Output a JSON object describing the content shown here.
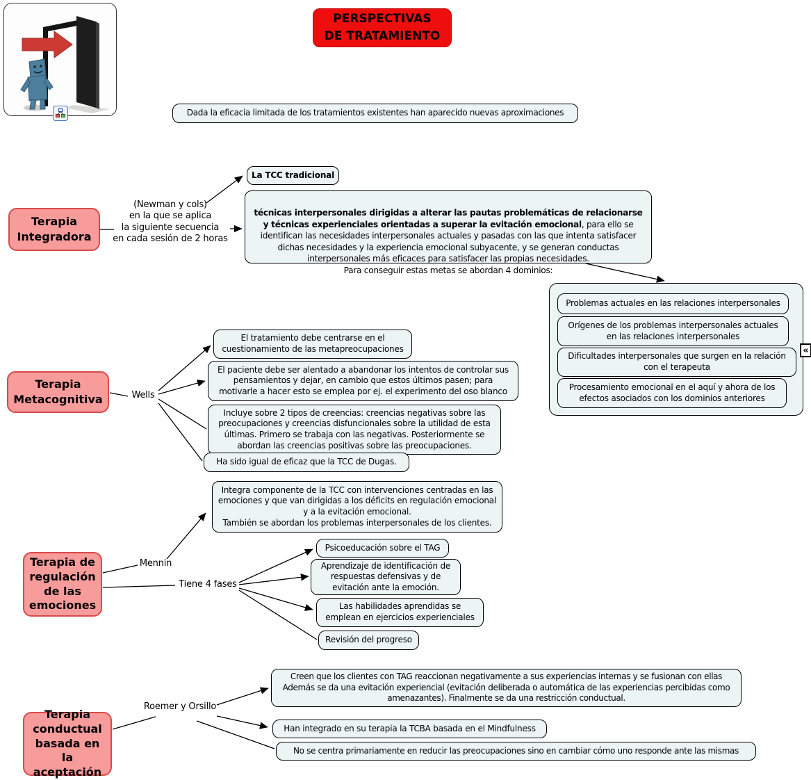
{
  "header": {
    "title": "PERSPECTIVAS\nDE TRATAMIENTO",
    "intro": "Dada la eficacia limitada de los tratamientos existentes han aparecido nuevas aproximaciones"
  },
  "icons": {
    "collapse_glyph": "«"
  },
  "integradora": {
    "label": "Terapia\nIntegradora",
    "link": "(Newman y cols)\nen la que se aplica\nla siguiente secuencia\nen cada sesión de 2 horas",
    "tcc": "La TCC tradicional",
    "desc_bold": "técnicas interpersonales dirigidas a alterar las pautas problemáticas de relacionarse y técnicas experienciales orientadas a superar la evitación emocional",
    "desc_rest": ", para ello se identifican las necesidades interpersonales actuales y pasadas con las que intenta satisfacer dichas necesidades y la experiencia emocional subyacente, y se generan conductas interpersonales más eficaces para satisfacer las propias necesidades.",
    "desc_last": "Para conseguir estas metas se abordan 4 dominios:",
    "domains": [
      "Problemas actuales en las relaciones interpersonales",
      "Orígenes de los problemas interpersonales actuales en las relaciones interpersonales",
      "Dificultades interpersonales que surgen en la relación con el terapeuta",
      "Procesamiento emocional en el aquí y ahora de los efectos asociados con los dominios anteriores"
    ]
  },
  "metacognitiva": {
    "label": "Terapia\nMetacognitiva",
    "link": "Wells",
    "nodes": [
      "El tratamiento debe centrarse en el cuestionamiento de las metapreocupaciones",
      "El paciente debe ser alentado a abandonar los intentos de controlar sus pensamientos y dejar, en cambio que estos últimos pasen; para motivarle a hacer esto se emplea por ej. el experimento del oso blanco",
      "Incluye sobre 2 tipos de creencias: creencias negativas sobre las preocupaciones y creencias disfuncionales sobre la utilidad de esta últimas. Primero se trabaja con las negativas. Posteriormente se abordan las creencias positivas sobre las preocupaciones.",
      "Ha sido igual de eficaz que la TCC de Dugas."
    ]
  },
  "regulacion": {
    "label": "Terapia de\nregulación\nde las\nemociones",
    "link_mennin": "Mennin",
    "link_fases": "Tiene 4 fases",
    "mennin_node": "Integra  componente de la TCC con intervenciones centradas en las emociones y que van dirigidas a los déficits en regulación emocional y a la evitación emocional.\nTambién se abordan los problemas interpersonales de los clientes.",
    "fases": [
      "Psicoeducación sobre el TAG",
      "Aprendizaje de identificación de respuestas defensivas y de evitación ante la emoción.",
      "Las habilidades aprendidas se emplean en ejercicios experienciales",
      "Revisión del progreso"
    ]
  },
  "aceptacion": {
    "label": "Terapia\nconductual\nbasada en la\naceptación",
    "link": "Roemer y Orsillo",
    "nodes": [
      "Creen que los clientes con TAG reaccionan negativamente a sus experiencias internas y se fusionan con ellas Además se da una evitación experiencial (evitación deliberada o automática de las experiencias percibidas como amenazantes). Finalmente se da una restricción conductual.",
      "Han integrado en su terapia la TCBA basada en el Mindfulness",
      "No se centra primariamente en reducir las preocupaciones sino en cambiar cómo uno responde ante las mismas"
    ]
  }
}
